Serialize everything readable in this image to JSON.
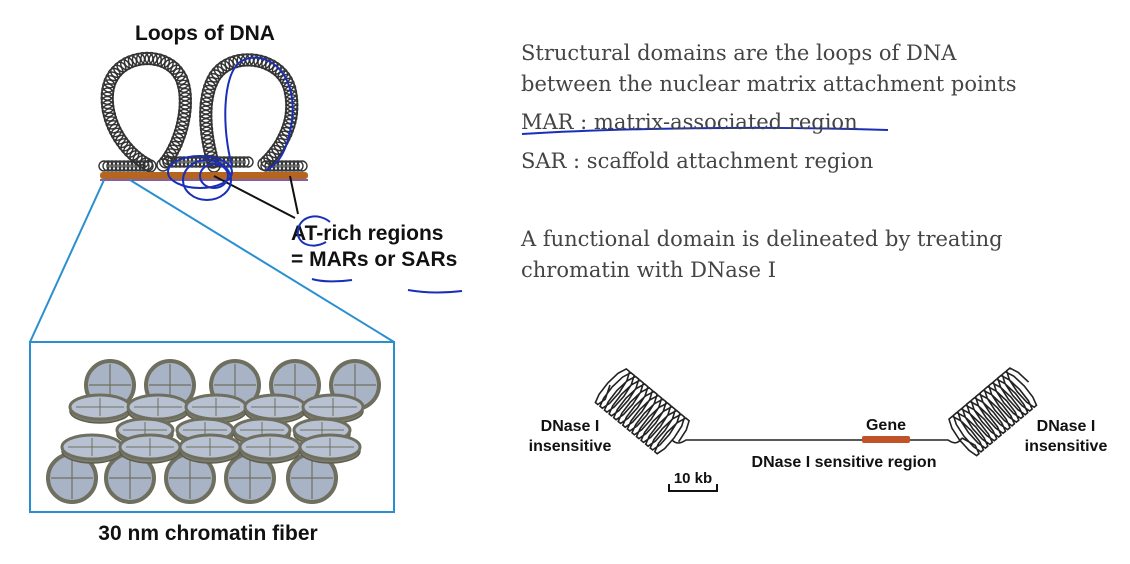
{
  "left_figure": {
    "title": "Loops of DNA",
    "at_label_line1": "AT-rich regions",
    "at_label_line2": "= MARs or SARs",
    "fiber_caption": "30 nm chromatin fiber"
  },
  "text_block": {
    "line1": "Structural domains are the loops of DNA",
    "line2": "between the nuclear matrix attachment  points",
    "mar": "MAR : matrix-associated region",
    "sar": "SAR : scaffold attachment region",
    "func1": "A functional domain is delineated by treating",
    "func2": "chromatin with DNase I"
  },
  "dnase_diagram": {
    "left_label_line1": "DNase I",
    "left_label_line2": "insensitive",
    "right_label_line1": "DNase I",
    "right_label_line2": "insensitive",
    "gene_label": "Gene",
    "sensitive_label": "DNase I sensitive region",
    "scale_label": "10 kb"
  },
  "colors": {
    "matrix_bar": "#b5651d",
    "gene_bar": "#c0532a",
    "zoom_lines": "#2a8fd0",
    "annotation_pen": "#1a2fb8",
    "coil": "#333333",
    "nucleosome_fill": "#a8b4c6",
    "nucleosome_rim": "#6f6f5f",
    "body_text": "#444444"
  }
}
